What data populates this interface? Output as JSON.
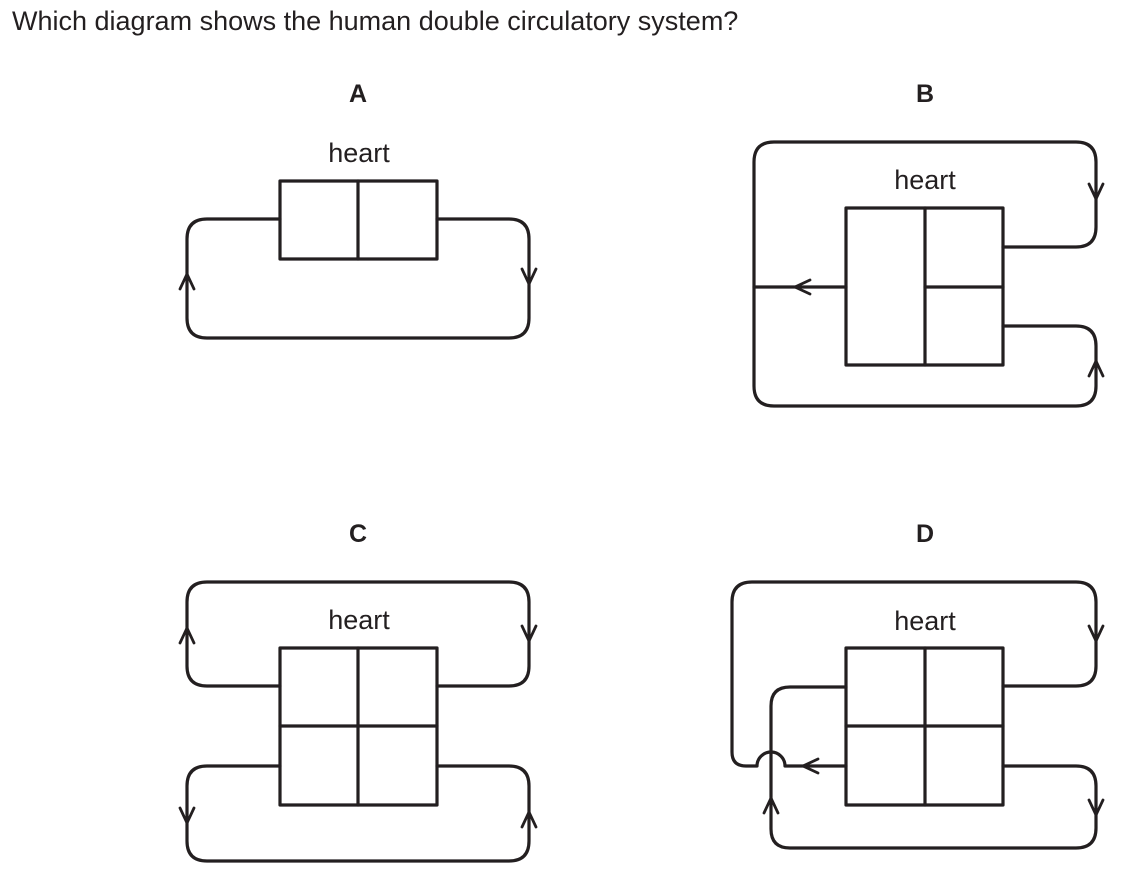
{
  "question": "Which diagram shows the human double circulatory system?",
  "panels": [
    {
      "letter": "A",
      "heart_label": "heart"
    },
    {
      "letter": "B",
      "heart_label": "heart"
    },
    {
      "letter": "C",
      "heart_label": "heart"
    },
    {
      "letter": "D",
      "heart_label": "heart"
    }
  ]
}
